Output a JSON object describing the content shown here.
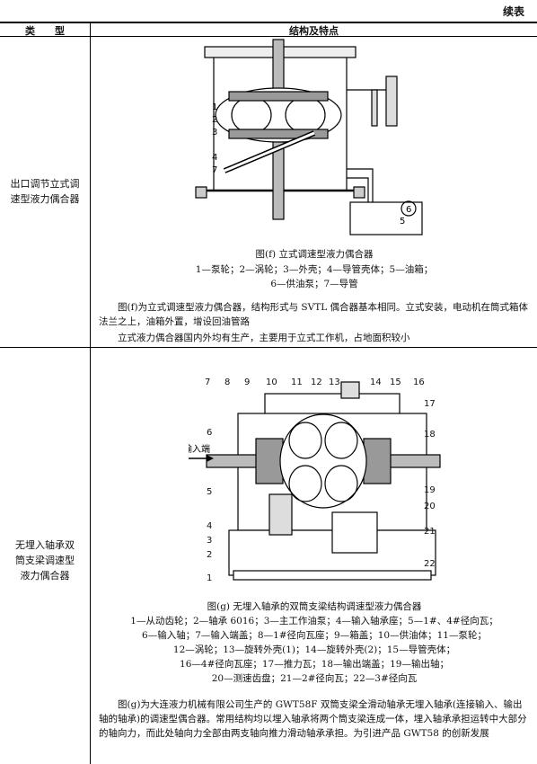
{
  "page": {
    "continued_label": "续表"
  },
  "table": {
    "header": {
      "col_type": "类　　型",
      "col_structure": "结构及特点"
    },
    "row1": {
      "type": "出口调节立式调速型液力偶合器",
      "figure": {
        "labels": [
          "1",
          "2",
          "3",
          "4",
          "7",
          "5",
          "6"
        ],
        "caption": "图(f) 立式调速型液力偶合器",
        "legend_line1": "1—泵轮；2—涡轮；3—外壳；4—导管壳体；5—油箱；",
        "legend_line2": "6—供油泵；7—导管"
      },
      "desc1": "图(f)为立式调速型液力偶合器，结构形式与 SVTL 偶合器基本相同。立式安装，电动机在筒式箱体法兰之上，油箱外置，增设回油管路",
      "desc2": "立式液力偶合器国内外均有生产，主要用于立式工作机，占地面积较小"
    },
    "row2": {
      "type": "无埋入轴承双筒支梁调速型液力偶合器",
      "figure": {
        "top_labels": [
          "7",
          "8",
          "9",
          "10",
          "11",
          "12",
          "13",
          "14",
          "15",
          "16"
        ],
        "left_labels": [
          "6",
          "5",
          "4",
          "3",
          "2",
          "1"
        ],
        "right_labels": [
          "17",
          "18",
          "19",
          "20",
          "21",
          "22"
        ],
        "input_label": "输入端",
        "caption": "图(g) 无埋入轴承的双筒支梁结构调速型液力偶合器",
        "legend_line1": "1—从动齿轮；2—轴承 6016；3—主工作油泵；4—输入轴承座；5—1#、4#径向瓦；",
        "legend_line2": "6—输入轴；7—输入端盖；8—1#径向瓦座；9—箱盖；10—供油体；11—泵轮；",
        "legend_line3": "12—涡轮；13—旋转外壳(1)；14—旋转外壳(2)；15—导管壳体；",
        "legend_line4": "16—4#径向瓦座；17—推力瓦；18—输出端盖；19—输出轴；",
        "legend_line5": "20—测速齿盘；21—2#径向瓦；22—3#径向瓦"
      },
      "desc": "图(g)为大连液力机械有限公司生产的 GWT58F 双筒支梁全滑动轴承无埋入轴承(连接输入、输出轴的轴承)的调速型偶合器。常用结构均以埋入轴承将两个筒支梁连成一体，埋入轴承承担运转中大部分的轴向力，而此处轴向力全部由两支轴向推力滑动轴承承担。为引进产品 GWT58 的创新发展"
    }
  }
}
